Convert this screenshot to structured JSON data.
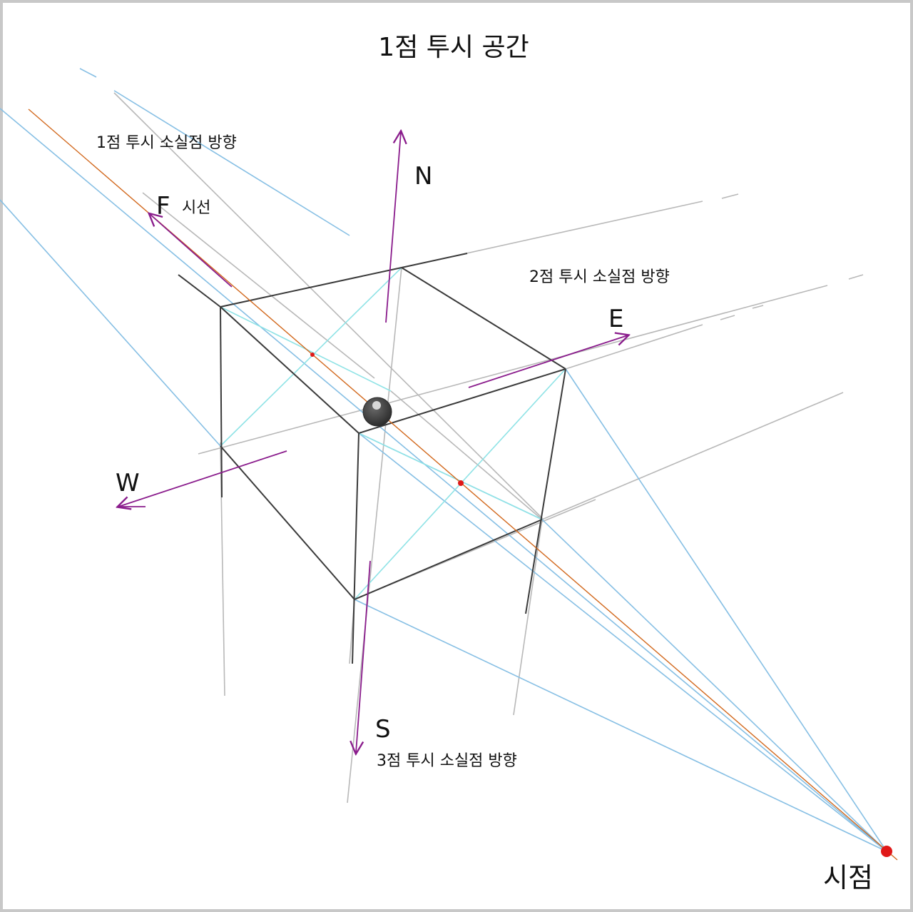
{
  "title": "1점 투시 공간",
  "labels": {
    "vp1": "1점 투시 소실점 방향",
    "vp2": "2점 투시 소실점 방향",
    "vp3": "3점 투시 소실점 방향",
    "gaze_letter": "F",
    "gaze": "시선",
    "viewpoint": "시점"
  },
  "directions": {
    "north": "N",
    "east": "E",
    "south": "S",
    "west": "W"
  },
  "colors": {
    "cube_edge": "#3a3a3a",
    "guide_gray": "#b8b8b8",
    "sight_blue": "#86bfe4",
    "diag_cyan": "#8fe3e6",
    "axis_purple": "#8a1c8c",
    "gaze_orange": "#d2691e",
    "point_red": "#e01818",
    "sphere": "#4a4a4a",
    "border": "#c8c8c8"
  }
}
